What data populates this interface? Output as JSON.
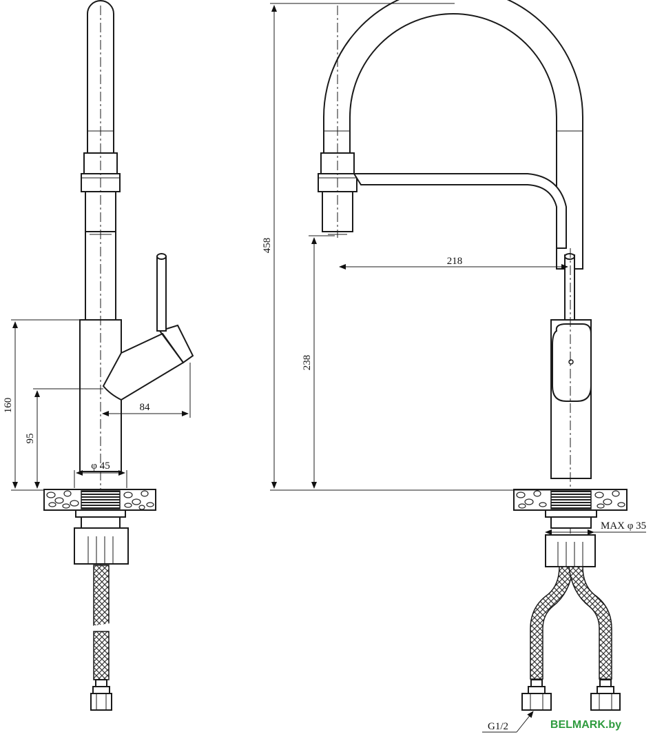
{
  "dimensions": {
    "height_total": "458",
    "height_spout": "238",
    "reach": "218",
    "height_body": "160",
    "height_lever_pivot": "95",
    "lever_offset": "84",
    "base_diameter": "φ 45",
    "max_hole": "MAX φ 35",
    "thread": "G1/2"
  },
  "watermark": "BELMARK.by",
  "colors": {
    "line": "#1a1a1a",
    "watermark": "#2e9b3e",
    "background": "#ffffff"
  }
}
